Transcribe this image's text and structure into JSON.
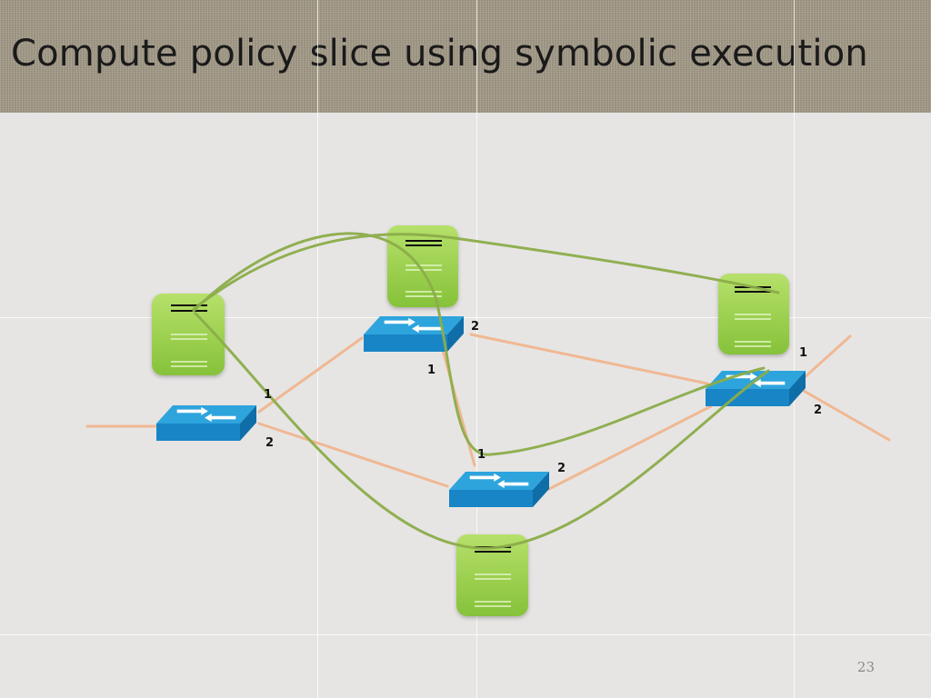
{
  "slide": {
    "title": "Compute policy slice using symbolic execution",
    "page_number": "23"
  },
  "colors": {
    "link": "#f0b893",
    "path": "#8cad4a",
    "switch_top": "#2ea4dd",
    "switch_side": "#1377b8",
    "table_fill": "#9bd24c"
  },
  "diagram": {
    "switches": [
      {
        "id": "sw-left"
      },
      {
        "id": "sw-top-mid"
      },
      {
        "id": "sw-bottom-mid"
      },
      {
        "id": "sw-right"
      }
    ],
    "port_labels": [
      {
        "id": "sw-left-port-1",
        "text": "1"
      },
      {
        "id": "sw-left-port-2",
        "text": "2"
      },
      {
        "id": "sw-top-mid-port-2",
        "text": "2"
      },
      {
        "id": "sw-top-mid-port-1",
        "text": "1"
      },
      {
        "id": "sw-right-port-1",
        "text": "1"
      },
      {
        "id": "sw-right-port-2",
        "text": "2"
      },
      {
        "id": "sw-bottom-mid-port-1",
        "text": "1"
      },
      {
        "id": "sw-bottom-mid-port-2",
        "text": "2"
      }
    ],
    "flow_tables": [
      {
        "id": "table-left"
      },
      {
        "id": "table-top-mid"
      },
      {
        "id": "table-right"
      },
      {
        "id": "table-bottom"
      }
    ]
  }
}
